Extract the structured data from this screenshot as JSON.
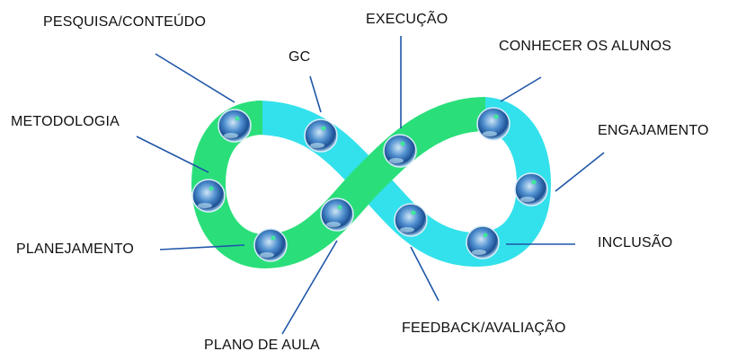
{
  "colors": {
    "green": "#2adf7a",
    "cyan": "#33e1ec",
    "line": "#1f56a8"
  },
  "labels": {
    "pesquisa": "PESQUISA/CONTEÚDO",
    "gc": "GC",
    "execucao": "EXECUÇÃO",
    "conhecer": "CONHECER OS ALUNOS",
    "metodologia": "METODOLOGIA",
    "engajamento": "ENGAJAMENTO",
    "planejamento": "PLANEJAMENTO",
    "inclusao": "INCLUSÃO",
    "plano": "PLANO DE AULA",
    "feedback": "FEEDBACK/AVALIAÇÃO"
  }
}
